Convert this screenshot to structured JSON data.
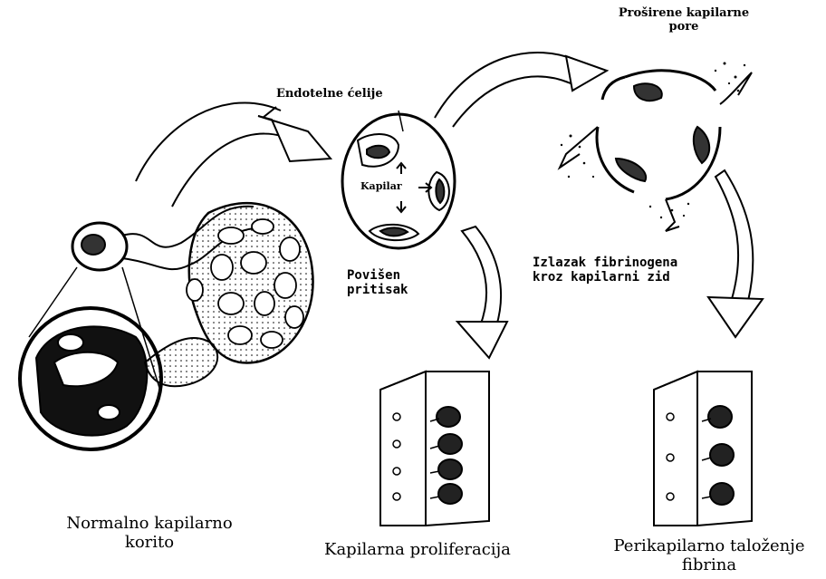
{
  "labels": {
    "endothelial_cells": "Endotelne ćelije",
    "capillary": "Kapilar",
    "dilated_pores_line1": "Proširene kapilarne",
    "dilated_pores_line2": "pore",
    "increased_pressure_line1": "Povišen",
    "increased_pressure_line2": "pritisak",
    "fibrinogen_exit_line1": "Izlazak fibrinogena",
    "fibrinogen_exit_line2": "kroz kapilarni zid",
    "normal_bed_line1": "Normalno kapilarno",
    "normal_bed_line2": "korito",
    "proliferation": "Kapilarna proliferacija",
    "pericapillary_line1": "Perikapilarno taloženje",
    "pericapillary_line2": "fibrina"
  }
}
